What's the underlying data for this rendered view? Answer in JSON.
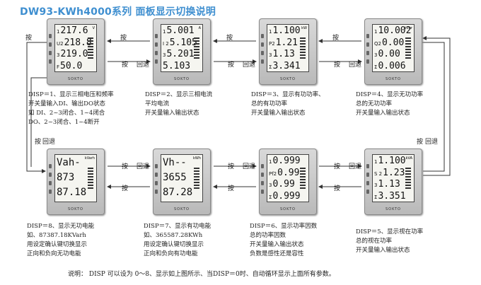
{
  "title": "DW93-KWh4000系列 面板显示切换说明",
  "brand": "SOKTO",
  "labels": {
    "press": "按",
    "press_back": "按",
    "back": "回退"
  },
  "meters": [
    {
      "lines": [
        "217.6",
        "218.8",
        "219.0",
        "50.0"
      ],
      "prefix": [
        "1",
        "U2",
        "3",
        "F"
      ],
      "unit": "V",
      "desc": [
        "DISP＝1、显示三相电压和频率",
        "开关量输入DI、输出DO状态",
        "如 DI、2~3闭合、1~4闭合",
        "DO、2~3闭合、1~4断开"
      ]
    },
    {
      "lines": [
        "5.001",
        "5.105",
        "5.201",
        "5.103"
      ],
      "prefix": [
        "1",
        "I 2",
        "3",
        ""
      ],
      "unit": "A",
      "desc": [
        "DISP＝2、显示三相电流",
        "平均电流",
        "开关量输入输出状态"
      ]
    },
    {
      "lines": [
        "1.100",
        "1.21",
        "1.13",
        "3.341"
      ],
      "prefix": [
        "1",
        "P2",
        "3",
        "Σ"
      ],
      "unit": "kW",
      "desc": [
        "DISP＝3、显示有功功率、",
        "总的有功功率",
        "开关量输入输出状态"
      ]
    },
    {
      "lines": [
        "10.002",
        "0.00",
        "0.00",
        "0.006"
      ],
      "prefix": [
        "1",
        "Q2",
        "3",
        "Σ"
      ],
      "unit": "kvar",
      "desc": [
        "DISP＝4、显示无功功率",
        "总的无功功率",
        "开关量输入输出状态"
      ]
    },
    {
      "lines": [
        "Vah-",
        "873",
        "87.18"
      ],
      "prefix": [
        "",
        "",
        ""
      ],
      "unit": "kVarh",
      "desc": [
        "DISP＝8、显示无功电能",
        "如、87387.18KVarh",
        "用设定确认键切换显示",
        "正向和负向无功电能"
      ]
    },
    {
      "lines": [
        "Vh--",
        "3655",
        "87.28"
      ],
      "prefix": [
        "",
        "",
        ""
      ],
      "unit": "kWh",
      "desc": [
        "DISP＝7、显示有功电能",
        "如、365587.28KWh",
        "用设定确认键切换显示",
        "正向和负向有功电能"
      ]
    },
    {
      "lines": [
        "0.999",
        "0.99",
        "0.99",
        "0.999"
      ],
      "prefix": [
        "1",
        "Pf2",
        "3",
        "Σ"
      ],
      "unit": "",
      "desc": [
        "DISP＝6、显示功率因数",
        "总的功率因数",
        "开关量输入输出状态",
        "负数是感性还是容性"
      ]
    },
    {
      "lines": [
        "1.100",
        "1.23",
        "1.13",
        "3.351"
      ],
      "prefix": [
        "1",
        "S 2",
        "3",
        "Σ"
      ],
      "unit": "kVA",
      "desc": [
        "DISP＝5、显示视在功率",
        "总的视在功率",
        "开关量输入输出状态"
      ]
    }
  ],
  "footer": "说明： DISP 可以设为 0～8、显示如上图所示、当DISP＝0时、自动循环显示上面所有参数。"
}
